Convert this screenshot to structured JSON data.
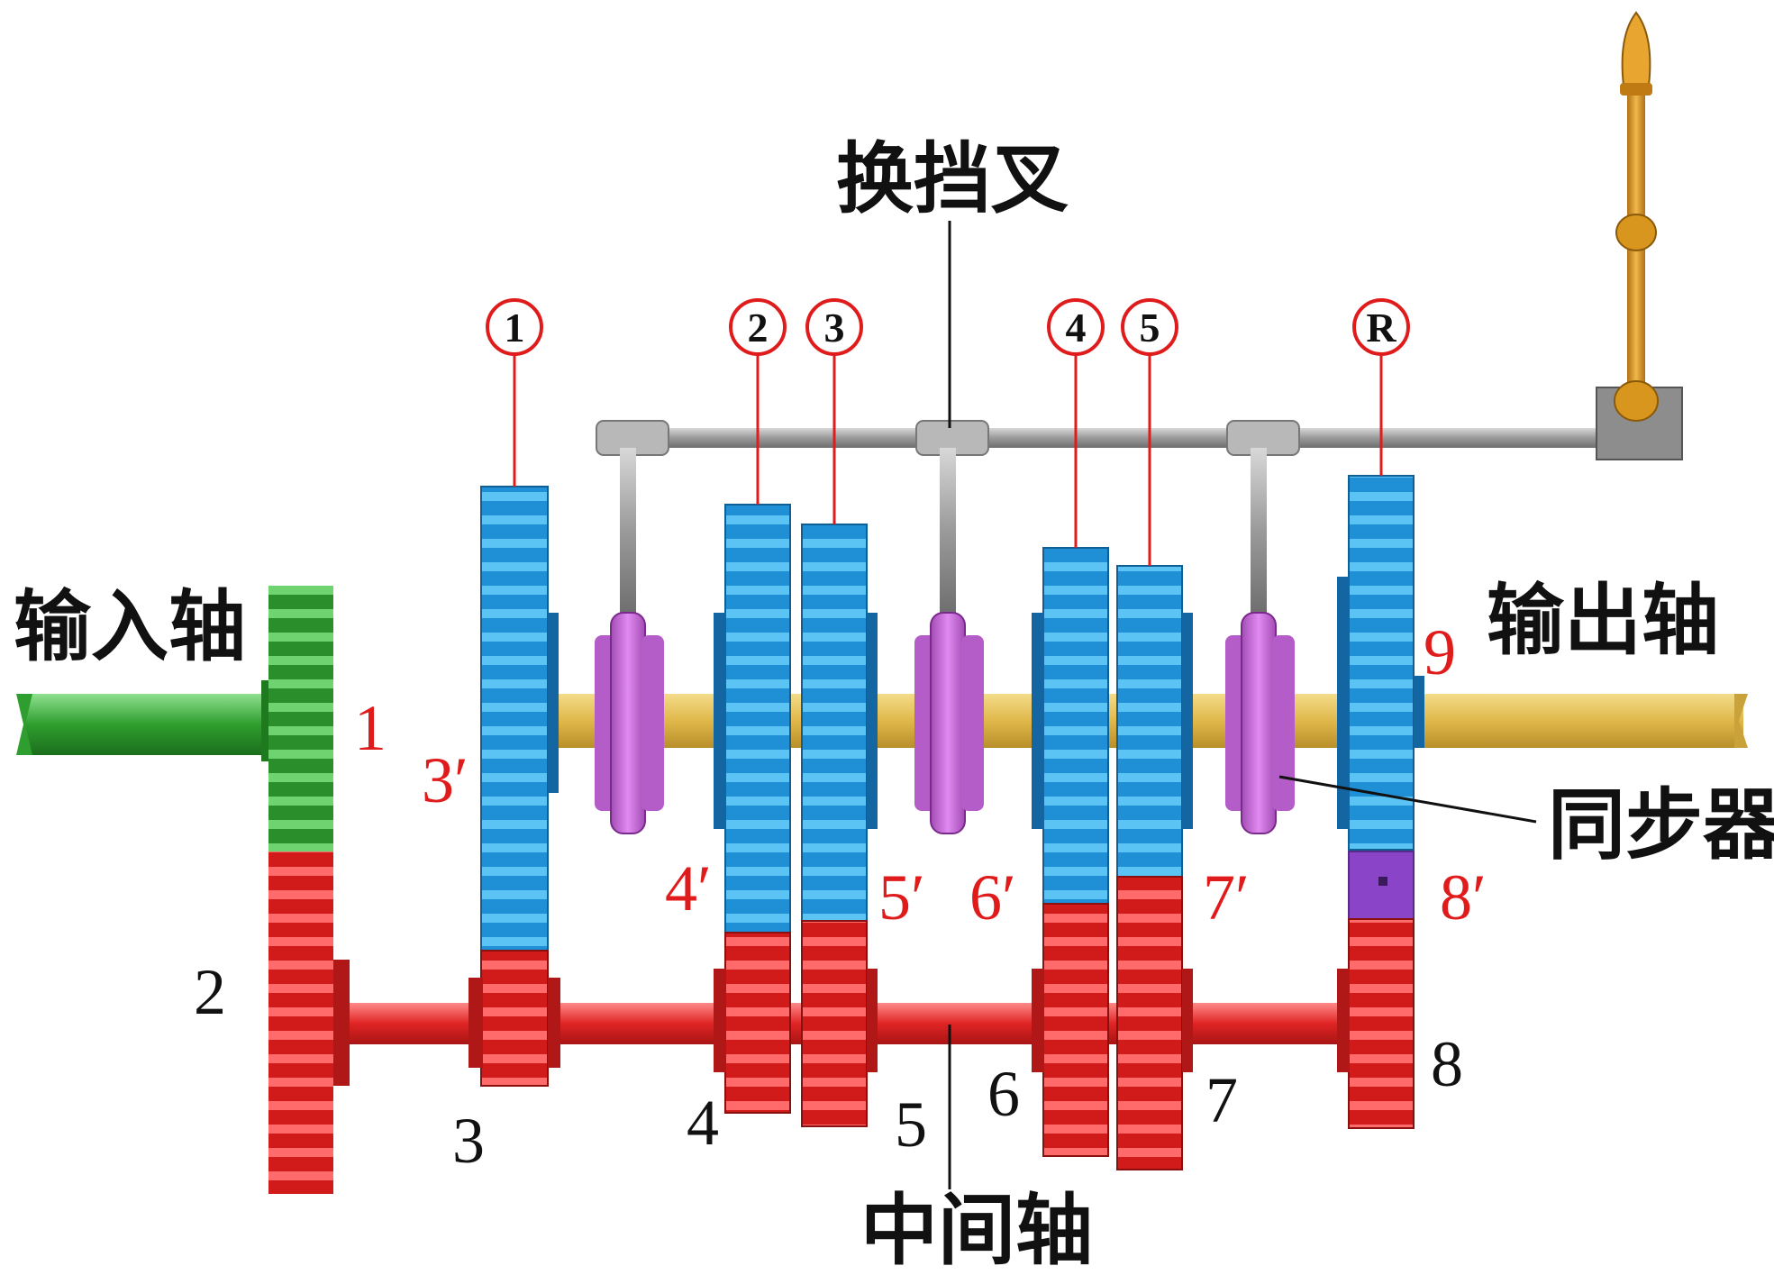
{
  "labels": {
    "input_shaft": "输入轴",
    "output_shaft": "输出轴",
    "shift_fork": "换挡叉",
    "synchronizer": "同步器",
    "countershaft": "中间轴"
  },
  "gear_positions": [
    "1",
    "2",
    "3",
    "4",
    "5",
    "R"
  ],
  "numbers_black": [
    "2",
    "3",
    "4",
    "5",
    "6",
    "7",
    "8"
  ],
  "numbers_red": [
    "1",
    "3′",
    "4′",
    "5′",
    "6′",
    "7′",
    "8′",
    "9"
  ],
  "colors": {
    "input_gear": "#2e9e2e",
    "main_gear": "#1f8fd6",
    "counter_gear": "#e02424",
    "synchronizer": "#c86ad6",
    "output_shaft": "#e4c45a",
    "shift_rod": "#8a8a8a",
    "lever": "#d9961f",
    "reverse_idler": "#8a44c8"
  }
}
